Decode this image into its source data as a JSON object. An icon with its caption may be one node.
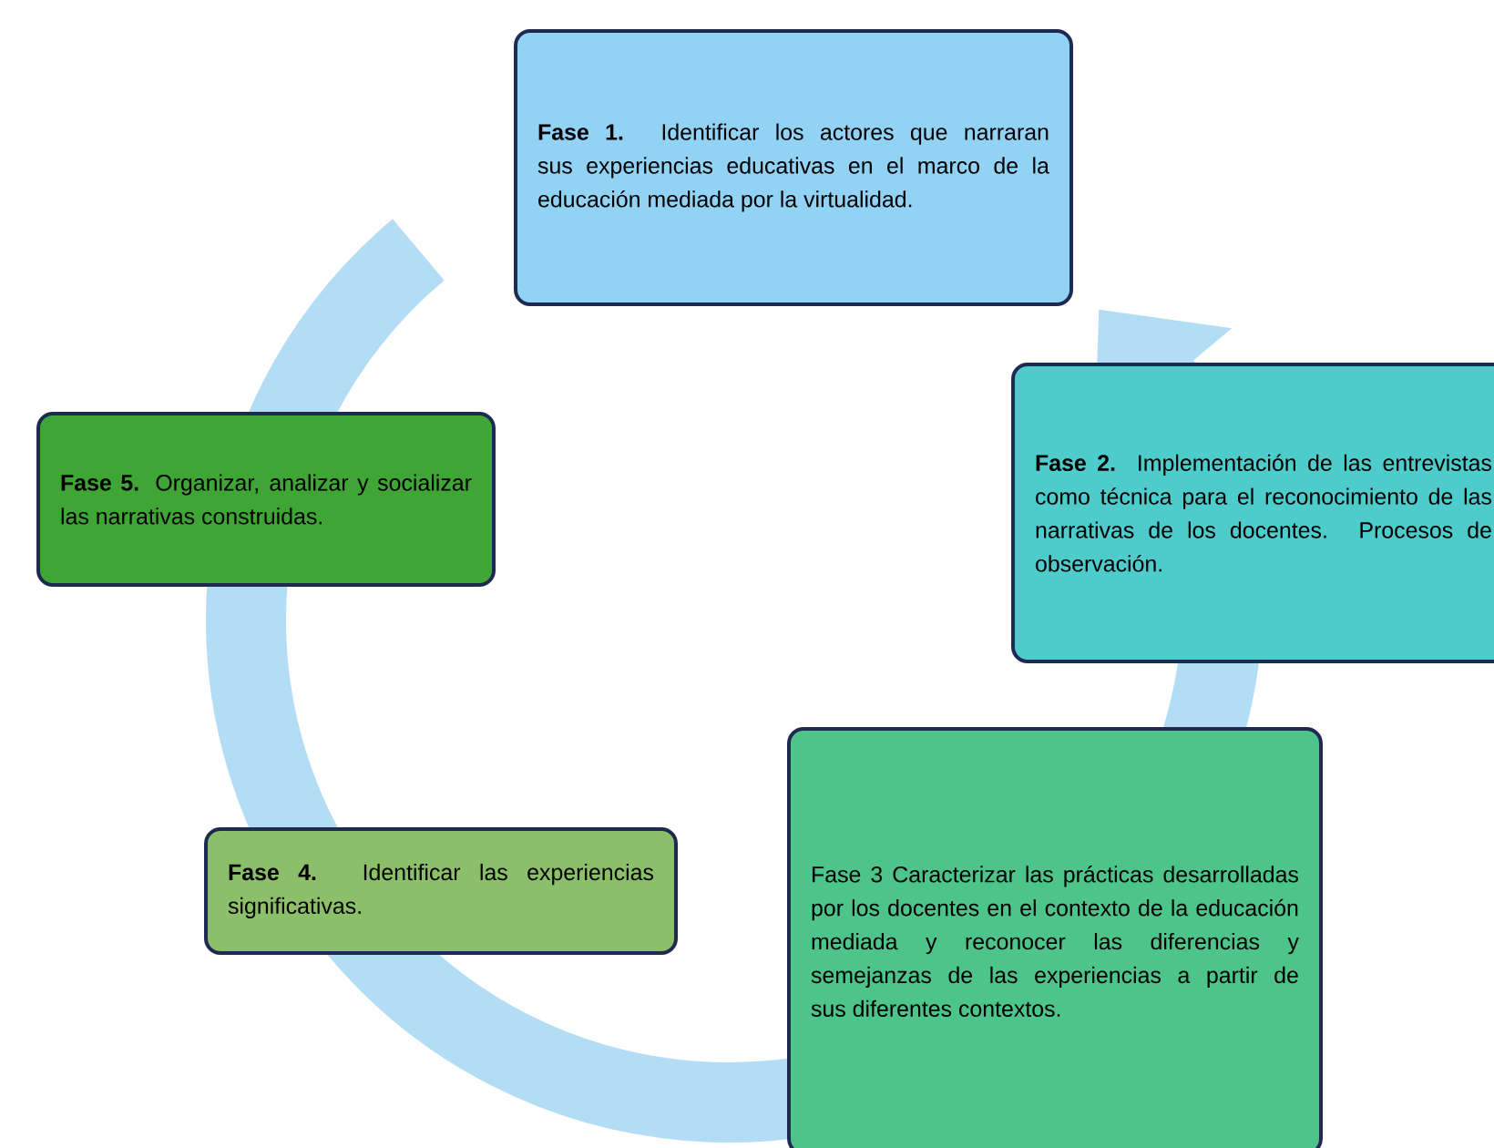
{
  "diagram": {
    "nodes": [
      {
        "text": [
          "**Fase 1.** Identificar los actores que narraran sus experiencias educativas en el marco de la educación mediada por la virtualidad."
        ]
      },
      {
        "text": [
          "**Fase 2.** Implementación de las entrevistas como técnica para el reconocimiento de las narrativas de los docentes. Procesos de observación."
        ]
      },
      {
        "text": [
          "Fase 3 Caracterizar las prácticas desarrolladas por los docentes en el contexto de la educación mediada y reconocer las diferencias y semejanzas de las experiencias a partir de sus diferentes contextos."
        ]
      },
      {
        "text": [
          "**Fase 4.** Identificar las experiencias significativas."
        ]
      },
      {
        "text": [
          "**Fase 5.** Organizar, analizar y socializar las narrativas construidas."
        ]
      }
    ]
  }
}
